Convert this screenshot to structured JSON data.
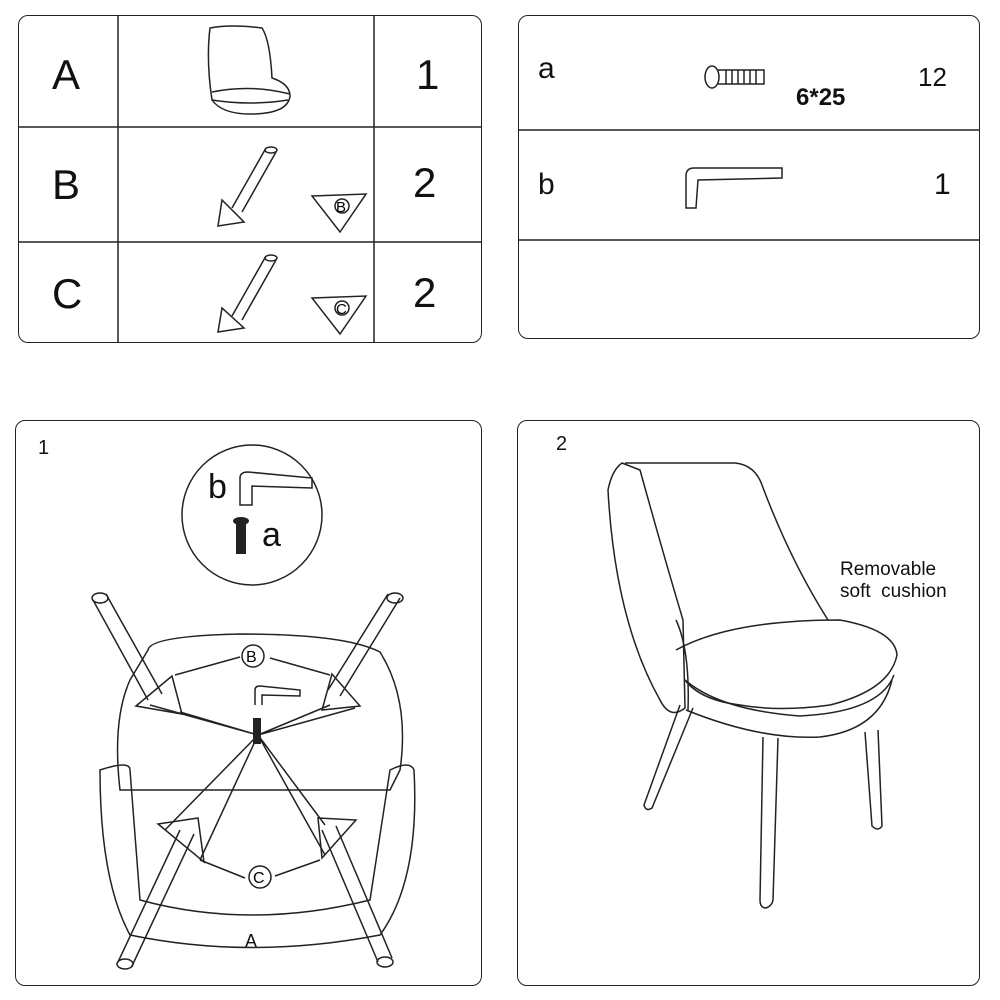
{
  "parts_table": {
    "rows": [
      {
        "letter": "A",
        "name": "seat-and-backrest",
        "qty": "1"
      },
      {
        "letter": "B",
        "name": "leg-with-bracket-b",
        "qty": "2",
        "bracket_label": "B"
      },
      {
        "letter": "C",
        "name": "leg-with-bracket-c",
        "qty": "2",
        "bracket_label": "C"
      }
    ]
  },
  "hardware_table": {
    "rows": [
      {
        "letter": "a",
        "name": "screw",
        "size": "6*25",
        "qty": "12"
      },
      {
        "letter": "b",
        "name": "allen-key",
        "qty": "1"
      }
    ]
  },
  "step1": {
    "number": "1",
    "tool_label": "b",
    "screw_label": "a",
    "bracket_b": "B",
    "bracket_c": "C",
    "seat_label": "A"
  },
  "step2": {
    "number": "2",
    "note_line1": "Removable",
    "note_line2": "soft  cushion"
  }
}
